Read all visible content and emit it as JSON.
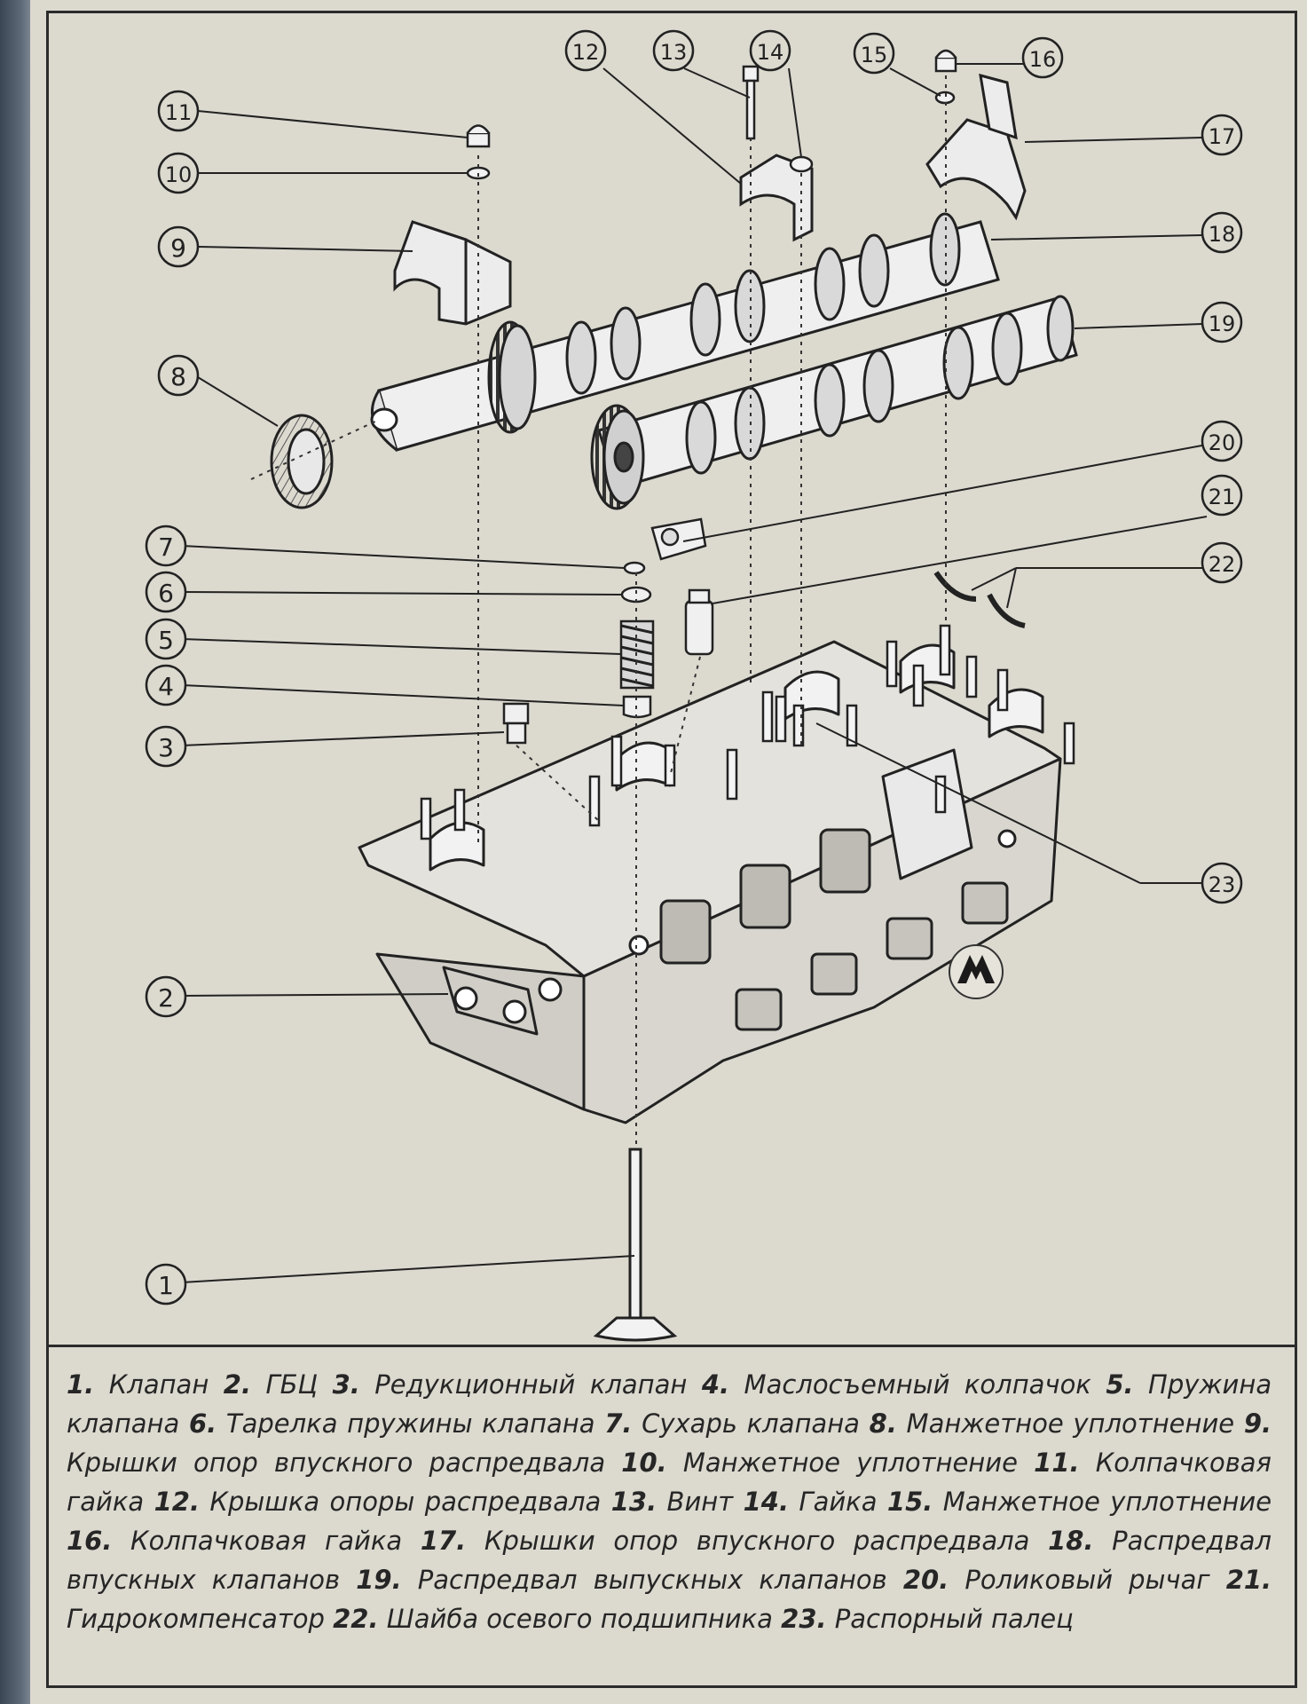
{
  "callouts": [
    "1",
    "2",
    "3",
    "4",
    "5",
    "6",
    "7",
    "8",
    "9",
    "10",
    "11",
    "12",
    "13",
    "14",
    "15",
    "16",
    "17",
    "18",
    "19",
    "20",
    "21",
    "22",
    "23"
  ],
  "legend": [
    {
      "num": "1.",
      "text": "Клапан"
    },
    {
      "num": "2.",
      "text": "ГБЦ"
    },
    {
      "num": "3.",
      "text": "Редукционный клапан"
    },
    {
      "num": "4.",
      "text": "Маслосъемный колпачок"
    },
    {
      "num": "5.",
      "text": "Пружина клапана"
    },
    {
      "num": "6.",
      "text": "Тарелка пружины клапана"
    },
    {
      "num": "7.",
      "text": "Сухарь клапана"
    },
    {
      "num": "8.",
      "text": "Манжетное уплотнение"
    },
    {
      "num": "9.",
      "text": "Крышки опор впускного распредвала"
    },
    {
      "num": "10.",
      "text": "Манжетное уплотнение"
    },
    {
      "num": "11.",
      "text": "Колпачковая гайка"
    },
    {
      "num": "12.",
      "text": "Крышка опоры распредвала"
    },
    {
      "num": "13.",
      "text": "Винт"
    },
    {
      "num": "14.",
      "text": "Гайка"
    },
    {
      "num": "15.",
      "text": "Манжетное уплотнение"
    },
    {
      "num": "16.",
      "text": "Колпачковая гайка"
    },
    {
      "num": "17.",
      "text": "Крышки опор впускного распредвала"
    },
    {
      "num": "18.",
      "text": "Распредвал впускных клапанов"
    },
    {
      "num": "19.",
      "text": "Распредвал выпускных клапанов"
    },
    {
      "num": "20.",
      "text": "Роликовый рычаг"
    },
    {
      "num": "21.",
      "text": "Гидрокомпенсатор"
    },
    {
      "num": "22.",
      "text": "Шайба осевого подшипника"
    },
    {
      "num": "23.",
      "text": "Распорный палец"
    }
  ],
  "colors": {
    "paper": "#dcd9cf",
    "ink": "#262626"
  }
}
